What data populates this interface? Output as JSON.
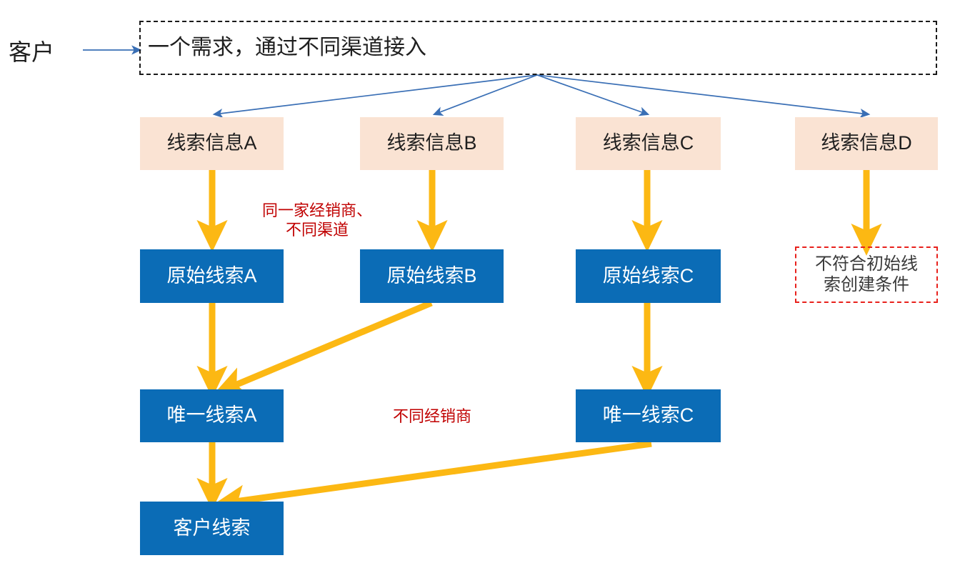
{
  "diagram": {
    "title_label": "客户",
    "colors": {
      "peach_fill": "#FAE3D3",
      "blue_fill": "#0B6CB6",
      "yellow_arrow": "#FCB813",
      "blue_arrow": "#3A6FB5",
      "red_annotation": "#C00000",
      "red_dashed_border": "#E8211C"
    },
    "intake": {
      "label": "一个需求，通过不同渠道接入"
    },
    "lead_info_row": [
      {
        "id": "A",
        "label": "线索信息A"
      },
      {
        "id": "B",
        "label": "线索信息B"
      },
      {
        "id": "C",
        "label": "线索信息C"
      },
      {
        "id": "D",
        "label": "线索信息D"
      }
    ],
    "raw_lead_row": [
      {
        "id": "A",
        "label": "原始线索A",
        "kind": "blue"
      },
      {
        "id": "B",
        "label": "原始线索B",
        "kind": "blue"
      },
      {
        "id": "C",
        "label": "原始线索C",
        "kind": "blue"
      },
      {
        "id": "D",
        "label": "不符合初始线\n索创建条件",
        "kind": "red-dashed"
      }
    ],
    "unique_lead_row": [
      {
        "id": "A",
        "label": "唯一线索A"
      },
      {
        "id": "C",
        "label": "唯一线索C"
      }
    ],
    "customer_lead": {
      "label": "客户线索"
    },
    "annotations": [
      {
        "id": "same-dealer",
        "label": "同一家经销商、\n不同渠道"
      },
      {
        "id": "different-dealer",
        "label": "不同经销商"
      }
    ]
  }
}
